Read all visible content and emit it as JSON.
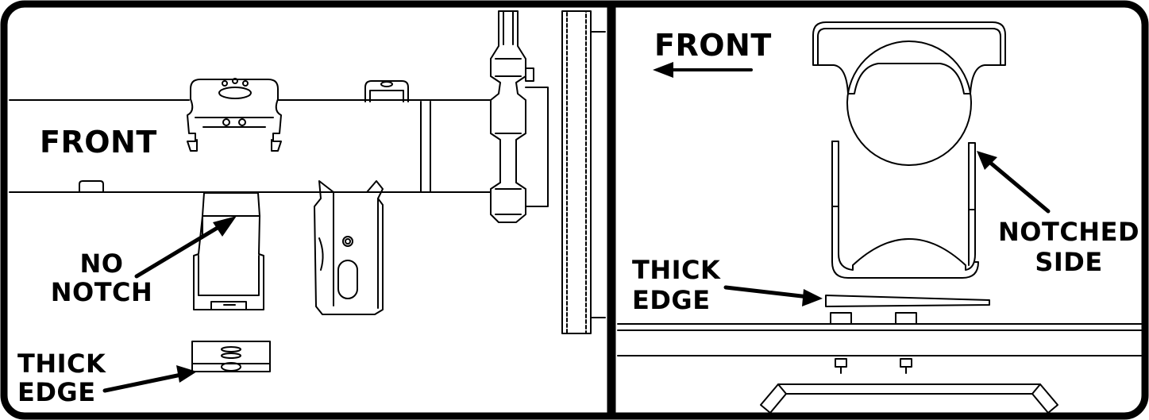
{
  "left_panel": {
    "front_label": "FRONT",
    "no_notch_label": [
      "NO",
      "NOTCH"
    ],
    "thick_edge_label": [
      "THICK",
      "EDGE"
    ]
  },
  "right_panel": {
    "front_label": "FRONT",
    "notched_side_label": [
      "NOTCHED",
      "SIDE"
    ],
    "thick_edge_label": [
      "THICK",
      "EDGE"
    ]
  },
  "colors": {
    "ink": "#000000",
    "paper": "#ffffff"
  }
}
